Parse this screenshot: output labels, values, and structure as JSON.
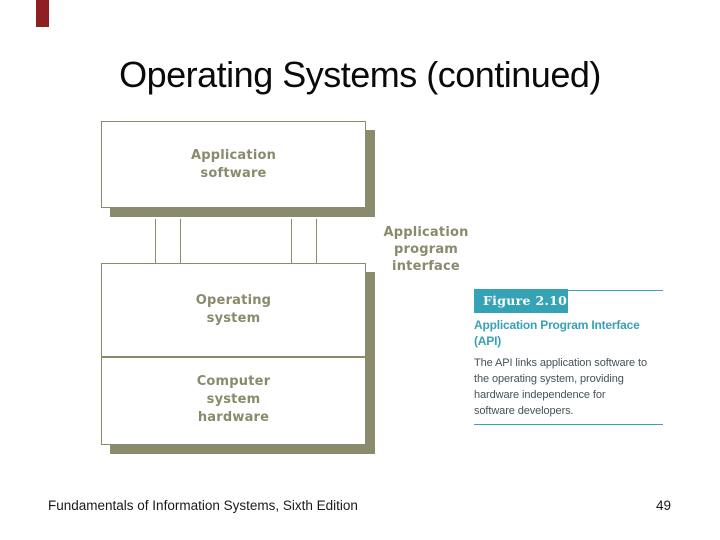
{
  "slide": {
    "title": "Operating Systems (continued)",
    "footer": "Fundamentals of Information Systems, Sixth Edition",
    "page_number": "49"
  },
  "colors": {
    "diagram_olive": "#8a8a6c",
    "teal_accent": "#35a2b5",
    "caption_body_text": "#44535a",
    "accent_red": "#8e2023"
  },
  "diagram": {
    "application_software": {
      "line1": "Application",
      "line2": "software"
    },
    "api_connector_label": {
      "line1": "Application program",
      "line2": "interface"
    },
    "operating_system": {
      "line1": "Operating",
      "line2": "system"
    },
    "computer_hardware": {
      "line1": "Computer",
      "line2": "system",
      "line3": "hardware"
    }
  },
  "figure": {
    "badge": "Figure 2.10",
    "subtitle_lines": [
      "Application Program Interface",
      "(API)"
    ],
    "body_lines": [
      "The API links application software to",
      "the operating system, providing",
      "hardware independence for",
      "software developers."
    ]
  }
}
